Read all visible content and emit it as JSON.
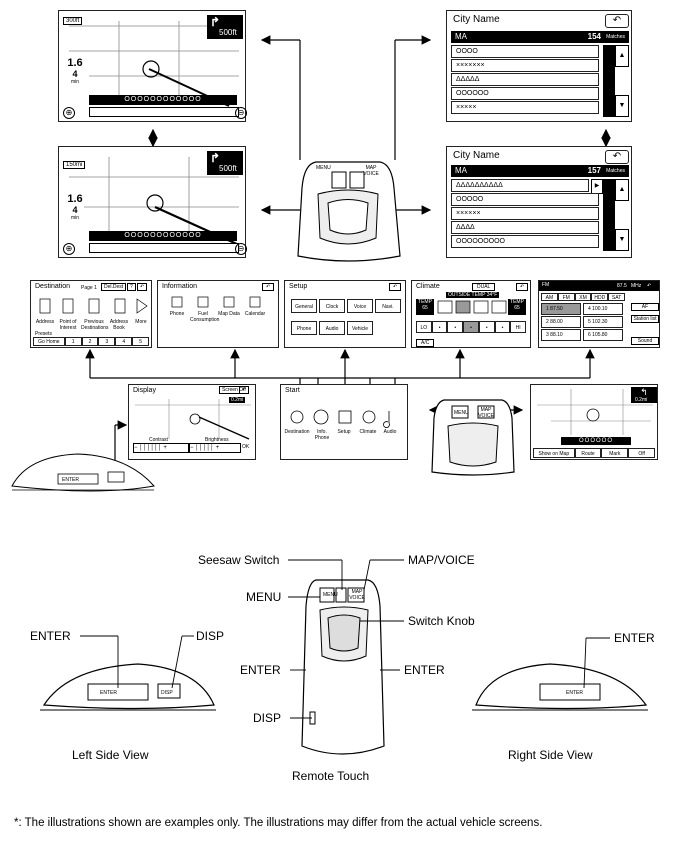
{
  "screens": {
    "nav_top": {
      "scale": "300ft",
      "turn_dist": "500ft",
      "dist_value": "1.6",
      "dist_sub": "4",
      "dist_unit": "min",
      "circles": "OOOOOOOOOOOO"
    },
    "nav_mid": {
      "scale": "150mi",
      "turn_dist": "500ft",
      "dist_value": "1.6",
      "dist_sub": "4",
      "dist_unit": "min",
      "circles": "OOOOOOOOOOOO"
    },
    "city1": {
      "title": "City Name",
      "back": "↶",
      "header_left": "MA",
      "header_right": "154",
      "header_unit": "Matches",
      "rows": [
        "OOOO",
        "×××××××",
        "ΔΔΔΔΔ",
        "OOOOOO",
        "×××××"
      ]
    },
    "city2": {
      "title": "City Name",
      "back": "↶",
      "header_left": "MA",
      "header_right": "157",
      "header_unit": "Matches",
      "rows": [
        "ΔΔΔΔΔΔΔΔΔΔ",
        "OOOOO",
        "××××××",
        "ΔΔΔΔ",
        "OOOOOOOOO"
      ]
    },
    "destination": {
      "title": "Destination",
      "page": "Page 1",
      "del_dest": "Del.Dest",
      "help": "?",
      "icons": [
        "Address",
        "Point of Interest",
        "Previous Destinations",
        "Address Book",
        "More"
      ],
      "presets_label": "Presets",
      "presets": [
        "Go Home",
        "1",
        "2",
        "3",
        "4",
        "5"
      ]
    },
    "information": {
      "title": "Information",
      "icons": [
        "Phone",
        "Fuel Consumption",
        "Map Data",
        "Calendar"
      ]
    },
    "setup": {
      "title": "Setup",
      "row1": [
        "General",
        "Clock",
        "Voice",
        "Navi."
      ],
      "row2": [
        "Phone",
        "Audio",
        "Vehicle"
      ]
    },
    "climate": {
      "title": "Climate",
      "dual": "DUAL",
      "outside_temp": "OUTSIDE TEMP  34°F",
      "temp_left_label": "TEMP",
      "temp_left": "65",
      "temp_right_label": "TEMP",
      "temp_right": "65",
      "lo": "LO",
      "hi": "HI",
      "ac": "A/C"
    },
    "radio": {
      "band": "FM",
      "freq": "87.5",
      "unit": "MHz",
      "tabs": [
        "AM",
        "FM",
        "XM",
        "HDD",
        "SAT"
      ],
      "presets": [
        "1",
        "2",
        "3",
        "4",
        "5",
        "6"
      ],
      "preset_freqs": [
        "87.50",
        "88.00",
        "88.10",
        "100.10",
        "102.30",
        "105.80"
      ],
      "af": "AF",
      "station": "Station list",
      "sound": "Sound"
    },
    "display": {
      "title": "Display",
      "screen_off": "Screen Off",
      "scale": "0.2mi",
      "contrast": "Contrast",
      "brightness": "Brightness",
      "ok": "OK"
    },
    "start": {
      "title": "Start",
      "icons": [
        "Destination",
        "Info. Phone",
        "Setup",
        "Climate",
        "Audio"
      ]
    },
    "nav_right": {
      "scale": "0.2mi",
      "circles": "OOOOOO",
      "buttons": [
        "Show on Map",
        "Route",
        "Mark",
        "Off"
      ]
    }
  },
  "remote": {
    "menu": "MENU",
    "map_voice": "MAP VOICE",
    "enter": "ENTER",
    "disp": "DISP"
  },
  "callouts": {
    "seesaw": "Seesaw Switch",
    "map_voice": "MAP/VOICE",
    "menu": "MENU",
    "switch_knob": "Switch Knob",
    "enter_left": "ENTER",
    "disp_left": "DISP",
    "enter_right": "ENTER",
    "enter_center_left": "ENTER",
    "enter_center_right": "ENTER",
    "disp_center": "DISP"
  },
  "captions": {
    "left_side": "Left Side View",
    "right_side": "Right Side View",
    "remote": "Remote Touch"
  },
  "footnote": "*: The illustrations shown are examples only. The illustrations may differ from the actual vehicle screens."
}
